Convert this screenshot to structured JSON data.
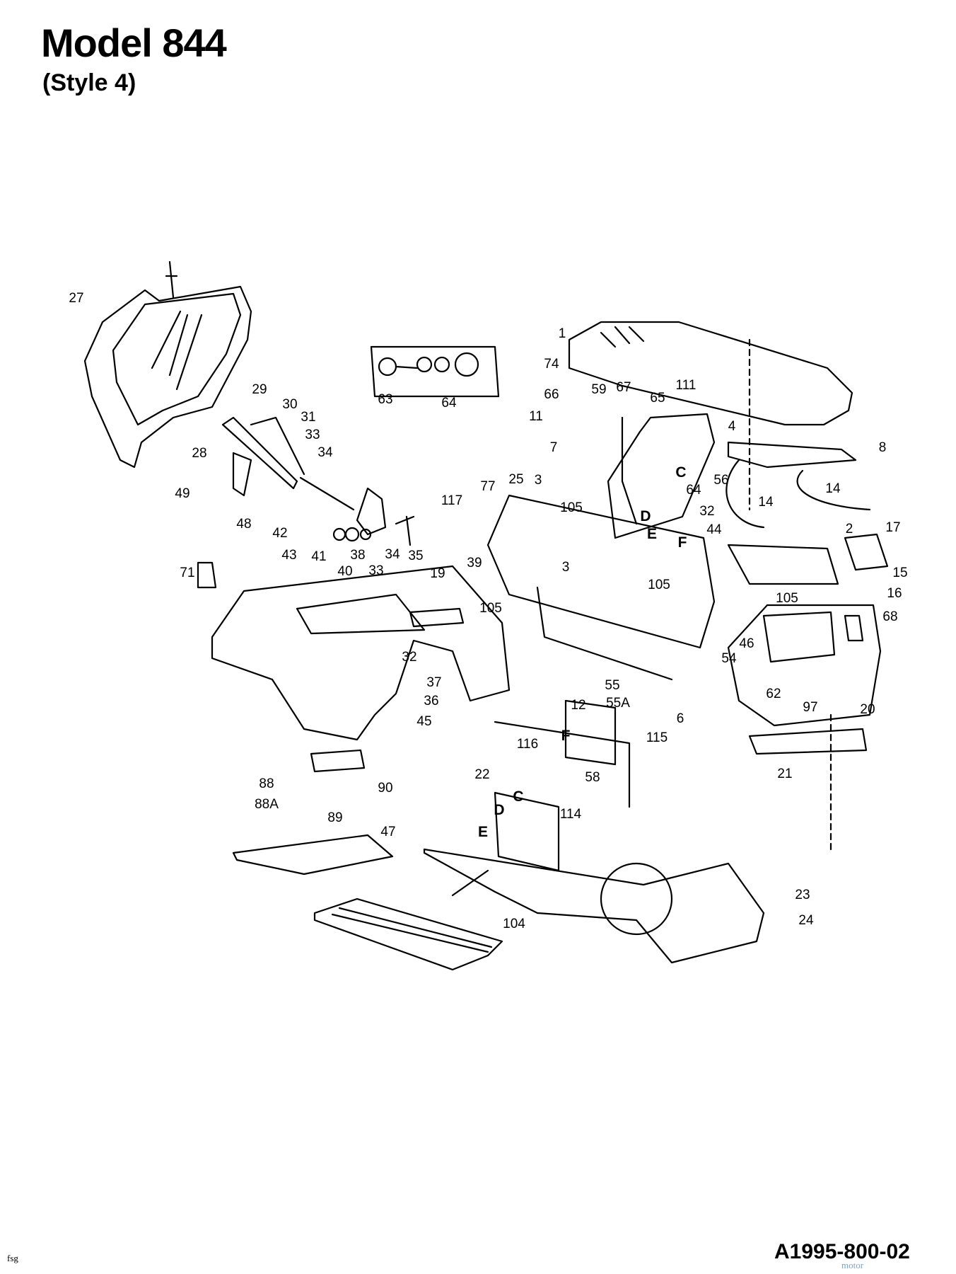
{
  "header": {
    "title": "Model 844",
    "subtitle": "(Style 4)"
  },
  "footer": {
    "drawing_code": "A1995-800-02",
    "note": "fsg",
    "watermark": "motor"
  },
  "diagram": {
    "labels": [
      "27",
      "1",
      "63",
      "64",
      "74",
      "66",
      "59",
      "67",
      "65",
      "111",
      "11",
      "7",
      "29",
      "30",
      "31",
      "33",
      "34",
      "28",
      "49",
      "48",
      "42",
      "117",
      "77",
      "25",
      "3",
      "105",
      "64",
      "32",
      "D",
      "E",
      "F",
      "C",
      "4",
      "8",
      "56",
      "14",
      "14",
      "2",
      "17",
      "15",
      "16",
      "44",
      "41",
      "38",
      "34",
      "35",
      "40",
      "33",
      "43",
      "71",
      "19",
      "39",
      "105",
      "3",
      "105",
      "105",
      "68",
      "46",
      "54",
      "62",
      "97",
      "20",
      "55",
      "55A",
      "6",
      "21",
      "32",
      "37",
      "36",
      "45",
      "12",
      "115",
      "116",
      "F",
      "58",
      "22",
      "C",
      "114",
      "D",
      "E",
      "88",
      "88A",
      "90",
      "89",
      "47",
      "23",
      "24",
      "104"
    ]
  }
}
